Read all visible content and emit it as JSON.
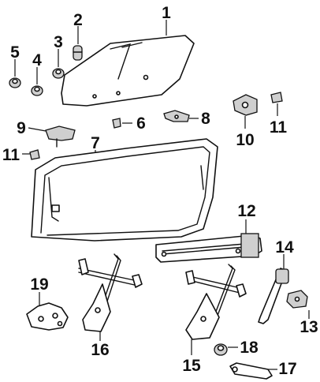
{
  "diagram": {
    "callouts": [
      {
        "id": "1",
        "label": "1"
      },
      {
        "id": "2",
        "label": "2"
      },
      {
        "id": "3",
        "label": "3"
      },
      {
        "id": "4",
        "label": "4"
      },
      {
        "id": "5",
        "label": "5"
      },
      {
        "id": "6",
        "label": "6"
      },
      {
        "id": "7",
        "label": "7"
      },
      {
        "id": "8",
        "label": "8"
      },
      {
        "id": "9",
        "label": "9"
      },
      {
        "id": "10",
        "label": "10"
      },
      {
        "id": "11a",
        "label": "11"
      },
      {
        "id": "11b",
        "label": "11"
      },
      {
        "id": "12",
        "label": "12"
      },
      {
        "id": "13",
        "label": "13"
      },
      {
        "id": "14",
        "label": "14"
      },
      {
        "id": "15",
        "label": "15"
      },
      {
        "id": "16",
        "label": "16"
      },
      {
        "id": "17",
        "label": "17"
      },
      {
        "id": "18",
        "label": "18"
      },
      {
        "id": "19",
        "label": "19"
      }
    ]
  }
}
